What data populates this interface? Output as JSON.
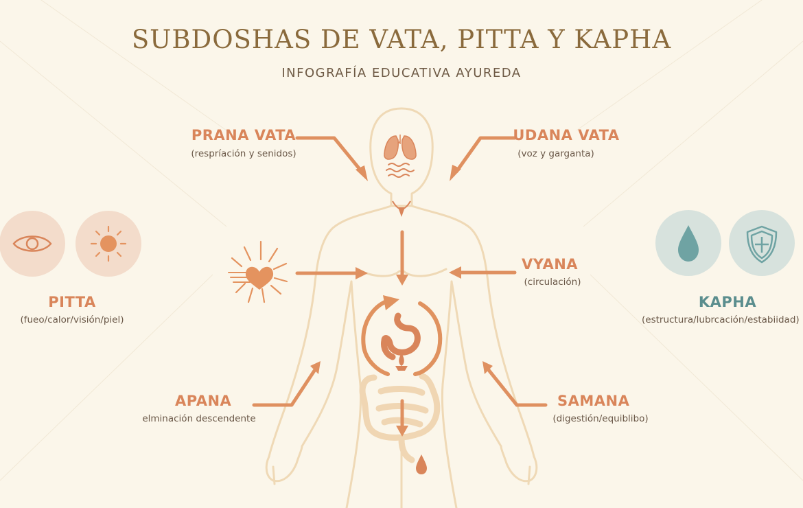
{
  "title": "SUBDOSHAS DE VATA, PITTA Y KAPHA",
  "subtitle": "INFOGRAFÍA EDUCATIVA AYUREDA",
  "colors": {
    "accent": "#d9855a",
    "body_outline": "#efd9b6",
    "title": "#8a6a3c",
    "kapha": "#5b8e8e",
    "background": "#fbf6ea"
  },
  "subdoshas": {
    "prana": {
      "name": "PRANA VATA",
      "desc": "(respríación y senidos)"
    },
    "udana": {
      "name": "UDANA VATA",
      "desc": "(voz y garganta)"
    },
    "vyana": {
      "name": "VYANA",
      "desc": "(circulación)"
    },
    "apana": {
      "name": "APANA",
      "desc": "elminación descendente"
    },
    "samana": {
      "name": "SAMANA",
      "desc": "(digestión/equiblibo)"
    }
  },
  "doshas": {
    "pitta": {
      "name": "PITTA",
      "desc": "(fueo/calor/visión/piel)",
      "icons": [
        "eye-icon",
        "sun-icon"
      ]
    },
    "kapha": {
      "name": "KAPHA",
      "desc": "(estructura/lubrcación/estabiidad)",
      "icons": [
        "water-drop-icon",
        "shield-icon"
      ]
    }
  }
}
